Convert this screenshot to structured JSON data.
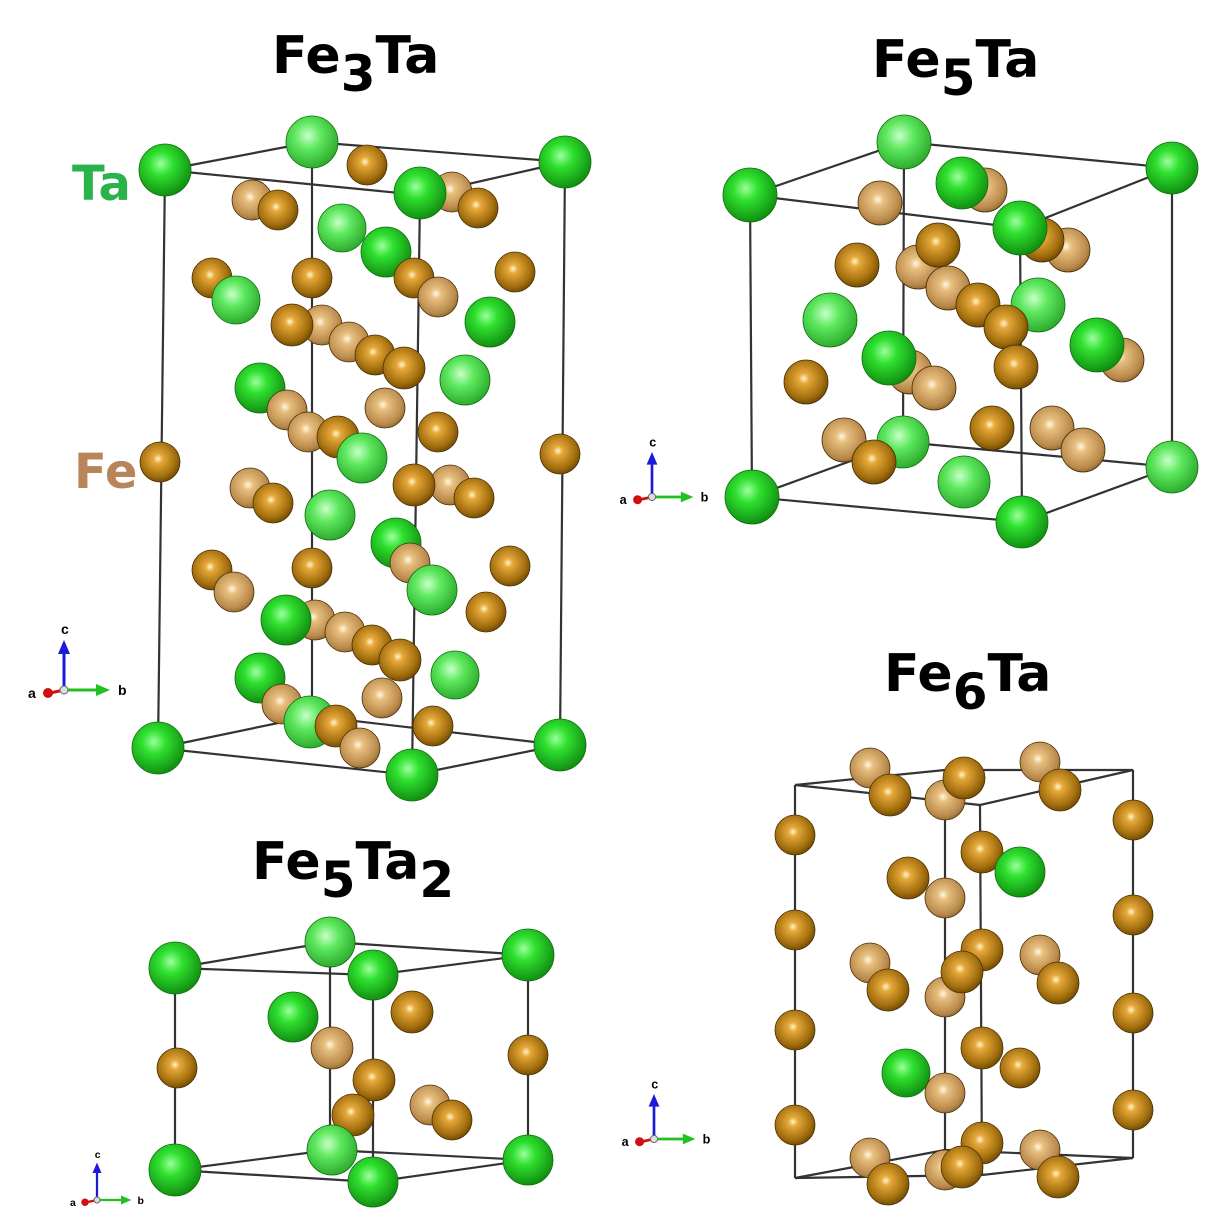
{
  "panels": [
    {
      "id": "fe3ta",
      "formula": {
        "a": "Fe",
        "a_sub": "3",
        "b": "Ta",
        "b_sub": ""
      }
    },
    {
      "id": "fe5ta",
      "formula": {
        "a": "Fe",
        "a_sub": "5",
        "b": "Ta",
        "b_sub": ""
      }
    },
    {
      "id": "fe6ta",
      "formula": {
        "a": "Fe",
        "a_sub": "6",
        "b": "Ta",
        "b_sub": ""
      }
    },
    {
      "id": "fe5ta2",
      "formula": {
        "a": "Fe",
        "a_sub": "5",
        "b": "Ta",
        "b_sub": "2"
      }
    }
  ],
  "legend": {
    "ta": {
      "label": "Ta",
      "color": "#2ab34a"
    },
    "fe": {
      "label": "Fe",
      "color": "#b8845a"
    }
  },
  "axes_labels": {
    "a": "a",
    "b": "b",
    "c": "c"
  },
  "colors": {
    "ta_atom": "#22cc22",
    "fe_atom": "#b07a10",
    "cell_edge": "#333333",
    "axis_a": "#d01010",
    "axis_b": "#22c022",
    "axis_c": "#1a1ad8"
  },
  "icons": {
    "atom": "sphere-icon",
    "triad": "axes-triad-icon"
  }
}
